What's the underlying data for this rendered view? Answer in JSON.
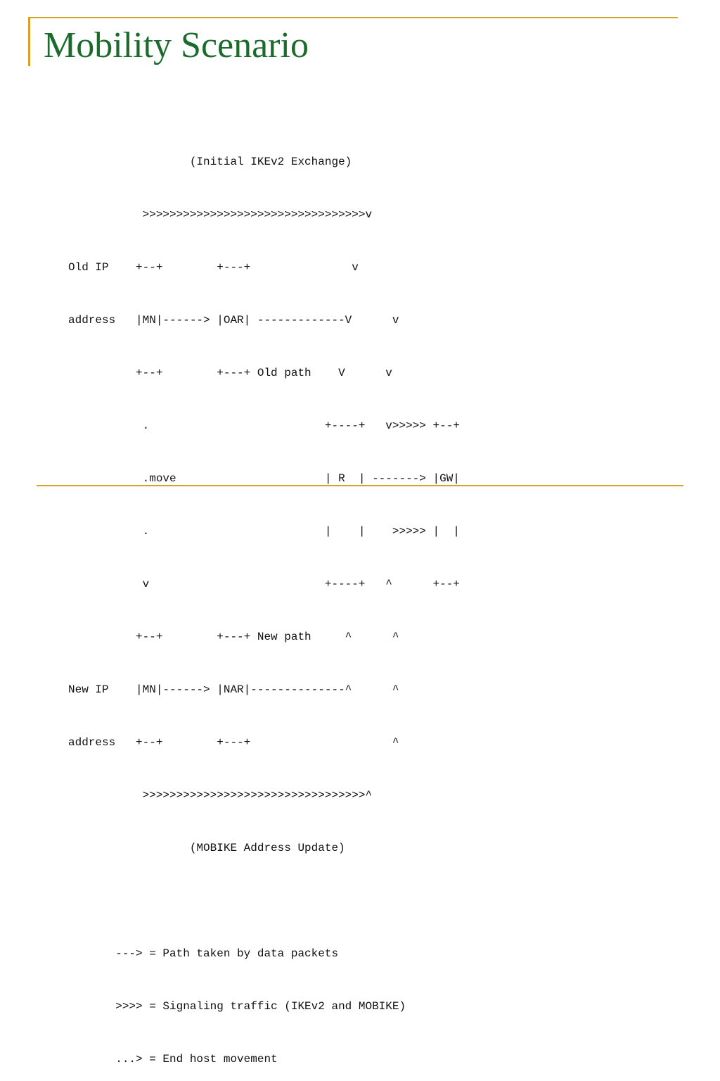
{
  "slide": {
    "title": "Mobility Scenario"
  },
  "diagram": {
    "lines": [
      "                  (Initial IKEv2 Exchange)",
      "           >>>>>>>>>>>>>>>>>>>>>>>>>>>>>>>>>v",
      "Old IP    +--+        +---+               v",
      "address   |MN|------> |OAR| -------------V      v",
      "          +--+        +---+ Old path    V      v",
      "           .                          +----+   v>>>>> +--+",
      "           .move                      | R  | -------> |GW|",
      "           .                          |    |    >>>>> |  |",
      "           v                          +----+   ^      +--+",
      "          +--+        +---+ New path     ^      ^",
      "New IP    |MN|------> |NAR|--------------^      ^",
      "address   +--+        +---+                     ^",
      "           >>>>>>>>>>>>>>>>>>>>>>>>>>>>>>>>>^",
      "                  (MOBIKE Address Update)",
      "",
      "       ---> = Path taken by data packets",
      "       >>>> = Signaling traffic (IKEv2 and MOBIKE)",
      "       ...> = End host movement"
    ]
  },
  "colors": {
    "title": "#1a6b2c",
    "accent": "#d9a227",
    "text": "#111111",
    "background": "#ffffff"
  }
}
